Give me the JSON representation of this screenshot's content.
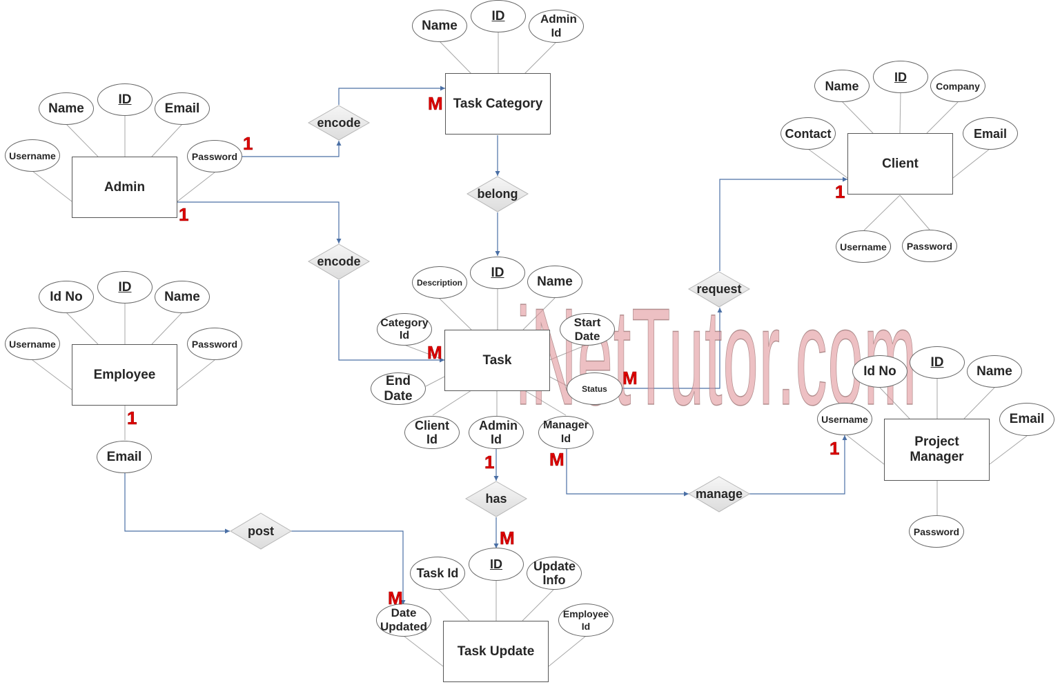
{
  "diagram": {
    "type": "ER diagram",
    "watermark": "iNetTutor.com",
    "colors": {
      "entity_border": "#555555",
      "attribute_border": "#666666",
      "attribute_line": "#a6a6a6",
      "relationship_line": "#4a6fa5",
      "relationship_fill": "#e8e8e8",
      "cardinality": "#e00000",
      "watermark": "#e69aa0"
    }
  },
  "entities": {
    "admin": {
      "label": "Admin"
    },
    "task_category": {
      "label": "Task Category"
    },
    "client": {
      "label": "Client"
    },
    "task": {
      "label": "Task"
    },
    "employee": {
      "label": "Employee"
    },
    "project_manager": {
      "label": "Project Manager"
    },
    "task_update": {
      "label": "Task Update"
    }
  },
  "attributes": {
    "admin": {
      "name": "Name",
      "id": "ID",
      "email": "Email",
      "username": "Username",
      "password": "Password"
    },
    "task_category": {
      "name": "Name",
      "id": "ID",
      "admin_id": "Admin Id"
    },
    "client": {
      "name": "Name",
      "id": "ID",
      "company": "Company",
      "contact": "Contact",
      "email": "Email",
      "username": "Username",
      "password": "Password"
    },
    "task": {
      "description": "Description",
      "id": "ID",
      "name": "Name",
      "category_id": "Category Id",
      "start_date": "Start Date",
      "end_date": "End Date",
      "status": "Status",
      "client_id": "Client Id",
      "admin_id": "Admin Id",
      "manager_id": "Manager Id"
    },
    "employee": {
      "id_no": "Id No",
      "id": "ID",
      "name": "Name",
      "username": "Username",
      "password": "Password",
      "email": "Email"
    },
    "project_manager": {
      "id_no": "Id No",
      "id": "ID",
      "name": "Name",
      "username": "Username",
      "email": "Email",
      "password": "Password"
    },
    "task_update": {
      "task_id": "Task Id",
      "id": "ID",
      "update_info": "Update Info",
      "date_updated": "Date Updated",
      "employee_id": "Employee Id"
    }
  },
  "relationships": {
    "encode_category": {
      "label": "encode",
      "from": "Admin",
      "to": "Task Category",
      "from_card": "1",
      "to_card": "M"
    },
    "encode_task": {
      "label": "encode",
      "from": "Admin",
      "to": "Task",
      "from_card": "1",
      "to_card": "M"
    },
    "belong": {
      "label": "belong",
      "from": "Task Category",
      "to": "Task"
    },
    "request": {
      "label": "request",
      "from": "Task",
      "to": "Client",
      "from_card": "M",
      "to_card": "1"
    },
    "has": {
      "label": "has",
      "from": "Task",
      "to": "Task Update",
      "from_card": "1",
      "to_card": "M"
    },
    "manage": {
      "label": "manage",
      "from": "Task",
      "to": "Project Manager",
      "from_card": "M",
      "to_card": "1"
    },
    "post": {
      "label": "post",
      "from": "Employee",
      "to": "Task Update",
      "from_card": "1",
      "to_card": "M"
    }
  },
  "cardinalities": {
    "admin_password": "1",
    "admin_box": "1",
    "task_category": "M",
    "client": "1",
    "task_category_id": "M",
    "task_status": "M",
    "employee": "1",
    "task_admin_id": "1",
    "task_manager_id": "M",
    "pm_username": "1",
    "task_update_id": "M",
    "task_update_date": "M"
  }
}
